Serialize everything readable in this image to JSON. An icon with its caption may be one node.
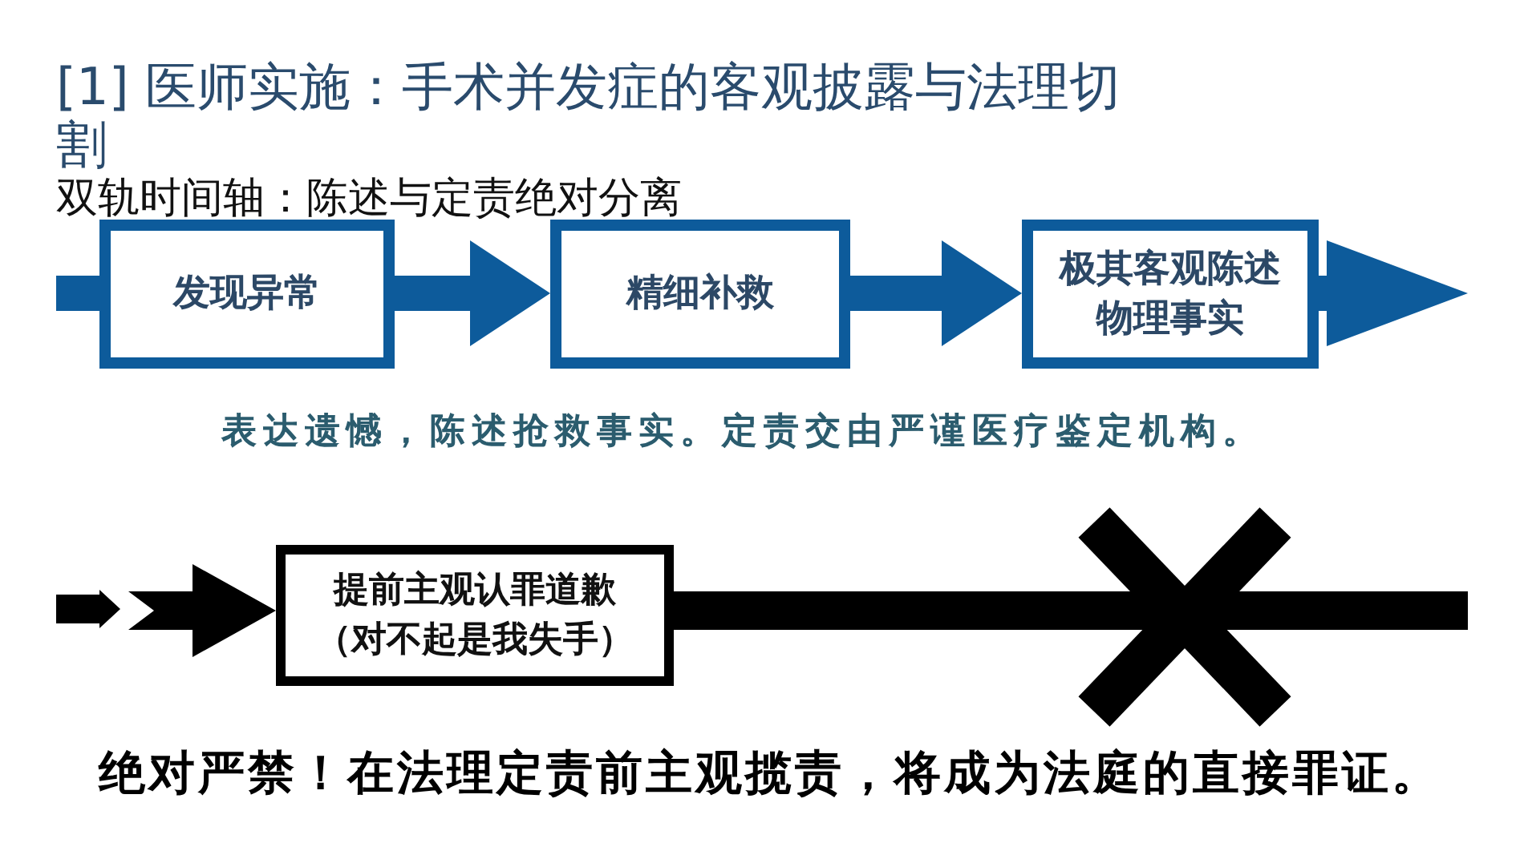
{
  "diagram": {
    "title": "[1] 医师实施：手术并发症的客观披露与法理切割",
    "nodes": [
      {
        "text": [
          "发现异常"
        ]
      },
      {
        "text": [
          "精细补救"
        ]
      },
      {
        "text": [
          "极其客观陈述物理事实"
        ]
      },
      {
        "text": [
          "提前主观认罪道歉",
          "（对不起是我失手）"
        ]
      }
    ],
    "edges": [
      {
        "from": null,
        "to": 0,
        "arrow": "none"
      },
      {
        "from": 0,
        "to": 1,
        "arrow": "to"
      },
      {
        "from": 1,
        "to": 2,
        "arrow": "to"
      },
      {
        "from": 2,
        "to": null,
        "arrow": "to"
      },
      {
        "from": null,
        "to": 3,
        "arrow": "to",
        "color": "#000000"
      },
      {
        "from": 3,
        "to": null,
        "arrow": "none",
        "color": "#000000"
      }
    ],
    "labels": [
      "双轨时间轴：陈述与定责绝对分离",
      "表达遗憾，陈述抢救事实。定责交由严谨医疗鉴定机构。",
      "绝对严禁！在法理定责前主观揽责，将成为法庭的直接罪证。"
    ]
  }
}
